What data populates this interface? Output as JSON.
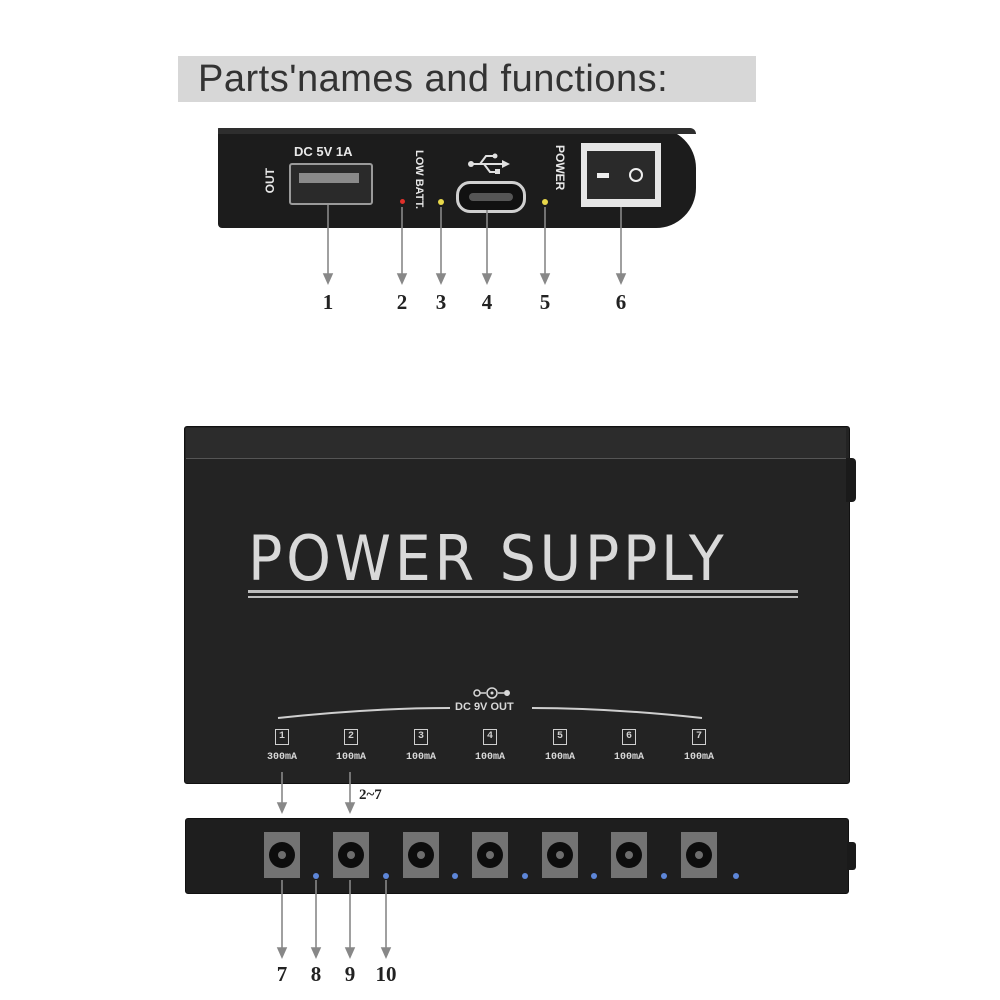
{
  "title": "Parts'names and functions:",
  "top_panel": {
    "out_label": "OUT",
    "usb_label": "DC 5V 1A",
    "low_batt_label": "LOW BATT.",
    "power_label": "POWER",
    "switch_on": "I",
    "switch_off": "O",
    "callouts": [
      "1",
      "2",
      "3",
      "4",
      "5",
      "6"
    ],
    "led_colors": {
      "low_batt": "#e0302a",
      "charge": "#e8d84a",
      "power": "#e8d84a"
    }
  },
  "bottom_panel": {
    "product_title": "POWER SUPPLY",
    "dc_out_label": "DC 9V OUT",
    "ports": [
      {
        "number": "1",
        "current": "300mA"
      },
      {
        "number": "2",
        "current": "100mA"
      },
      {
        "number": "3",
        "current": "100mA"
      },
      {
        "number": "4",
        "current": "100mA"
      },
      {
        "number": "5",
        "current": "100mA"
      },
      {
        "number": "6",
        "current": "100mA"
      },
      {
        "number": "7",
        "current": "100mA"
      }
    ],
    "range_label": "2~7",
    "callouts": [
      "7",
      "8",
      "9",
      "10"
    ],
    "led_color": "#5d86d8"
  }
}
